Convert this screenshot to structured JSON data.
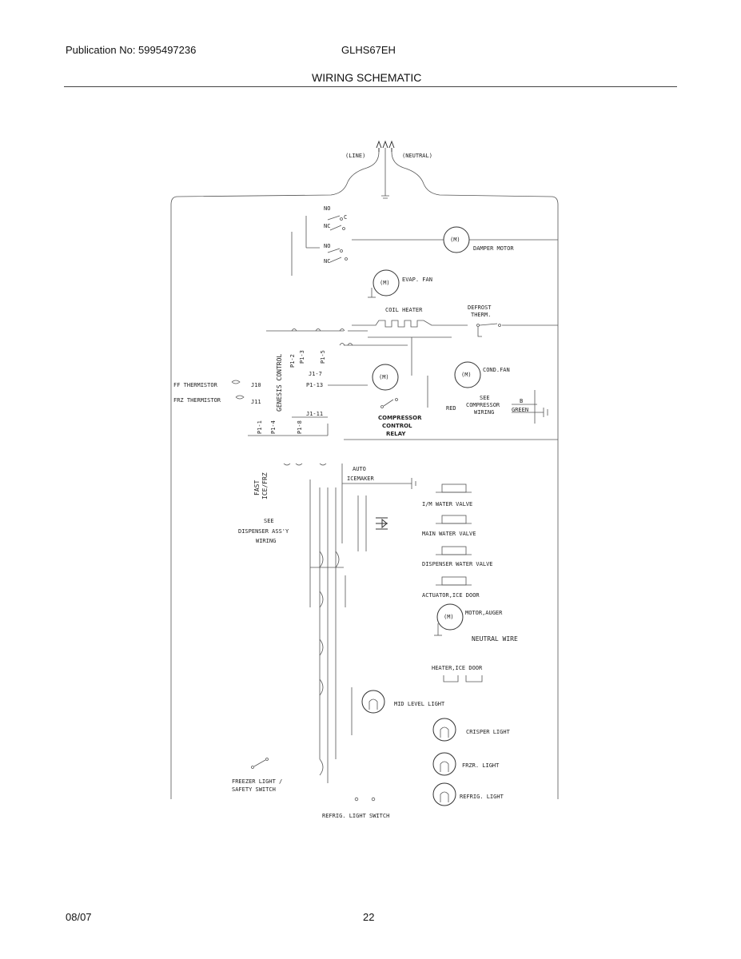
{
  "header": {
    "publication": "Publication No: 5995497236",
    "model": "GLHS67EH",
    "title": "WIRING SCHEMATIC"
  },
  "footer": {
    "date": "08/07",
    "page": "22"
  },
  "diagram": {
    "line": "(LINE)",
    "neutral": "(NEUTRAL)",
    "no1": "NO",
    "nc1": "NC",
    "c": "C",
    "no2": "NO",
    "nc2": "NC",
    "damper_motor": "DAMPER MOTOR",
    "evap_fan": "EVAP. FAN",
    "coil_heater": "COIL HEATER",
    "defrost_therm_1": "DEFROST",
    "defrost_therm_2": "THERM.",
    "p1_connector": "P1-2",
    "p1_3": "P1-3",
    "p1_5": "P1-5",
    "j1_7": "J1-7",
    "p1_13": "P1-13",
    "j1_11": "J1-11",
    "ff_thermistor": "FF THERMISTOR",
    "j10": "J10",
    "frz_thermistor": "FRZ THERMISTOR",
    "j11": "J11",
    "genesis_control": "GENESIS CONTROL",
    "cond_fan": "COND.FAN",
    "see_comp_1": "SEE",
    "see_comp_2": "COMPRESSOR",
    "see_comp_3": "WIRING",
    "red": "RED",
    "green": "GREEN",
    "b": "B",
    "compressor_relay_1": "COMPRESSOR",
    "compressor_relay_2": "CONTROL",
    "compressor_relay_3": "RELAY",
    "p1_1": "P1-1",
    "p1_4": "P1-4",
    "p1_8": "P1-8",
    "fast_ice": "FAST",
    "fast_ice_2": "ICE/FRZ",
    "auto_icemaker_1": "AUTO",
    "auto_icemaker_2": "ICEMAKER",
    "im_water_valve": "I/M WATER VALVE",
    "main_water_valve": "MAIN WATER VALVE",
    "see_dispenser_1": "SEE",
    "see_dispenser_2": "DISPENSER ASS'Y",
    "see_dispenser_3": "WIRING",
    "dispenser_water_valve": "DISPENSER WATER VALVE",
    "actuator_ice_door": "ACTUATOR,ICE DOOR",
    "motor_auger": "MOTOR,AUGER",
    "neutral_wire": "NEUTRAL WIRE",
    "heater_ice_door": "HEATER,ICE DOOR",
    "mid_level_light": "MID LEVEL LIGHT",
    "crisper_light": "CRISPER LIGHT",
    "frzr_light": "FRZR. LIGHT",
    "refrig_light": "REFRIG. LIGHT",
    "freezer_switch_1": "FREEZER LIGHT /",
    "freezer_switch_2": "SAFETY SWITCH",
    "refrig_light_switch": "REFRIG. LIGHT SWITCH"
  }
}
